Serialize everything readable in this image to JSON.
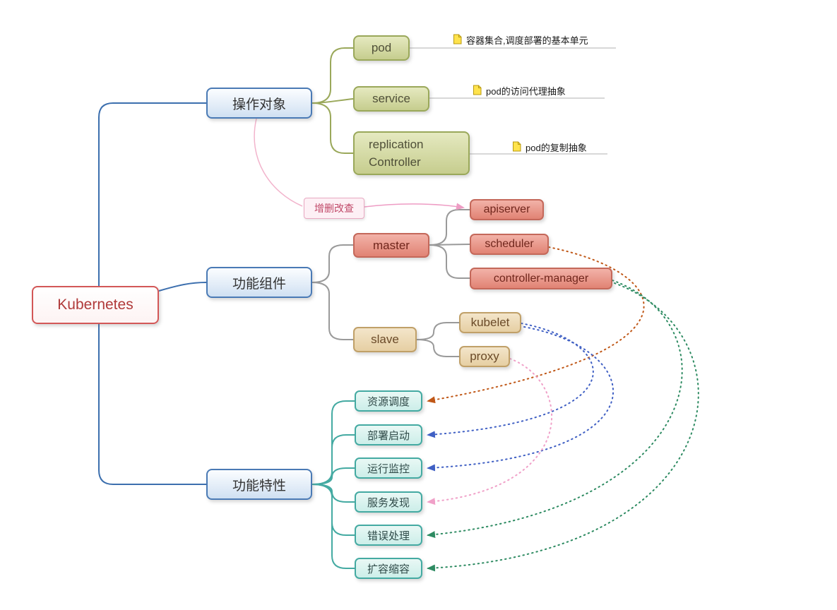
{
  "root": {
    "label": "Kubernetes"
  },
  "branches": [
    {
      "label": "操作对象"
    },
    {
      "label": "功能组件"
    },
    {
      "label": "功能特性"
    }
  ],
  "objects": [
    {
      "label": "pod",
      "note": "容器集合,调度部署的基本单元"
    },
    {
      "label": "service",
      "note": "pod的访问代理抽象"
    },
    {
      "label": "replication Controller",
      "note": "pod的复制抽象"
    }
  ],
  "floating": {
    "label": "增删改查"
  },
  "components": {
    "master": {
      "label": "master"
    },
    "master_children": [
      {
        "label": "apiserver"
      },
      {
        "label": "scheduler"
      },
      {
        "label": "controller-manager"
      }
    ],
    "slave": {
      "label": "slave"
    },
    "slave_children": [
      {
        "label": "kubelet"
      },
      {
        "label": "proxy"
      }
    ]
  },
  "features": [
    {
      "label": "资源调度"
    },
    {
      "label": "部署启动"
    },
    {
      "label": "运行监控"
    },
    {
      "label": "服务发现"
    },
    {
      "label": "错误处理"
    },
    {
      "label": "扩容缩容"
    }
  ],
  "icons": {
    "note_icon": "yellow-page-note"
  },
  "colors": {
    "root_border": "#d35757",
    "branch_border": "#4a7ab5",
    "object_line": "#9aa85a",
    "component_line": "#9a9a9a",
    "feature_line": "#44aaa2",
    "relation_orange": "#c05818",
    "relation_blue": "#4060c4",
    "relation_pink": "#f0a0c8",
    "relation_green": "#2e8b62",
    "note_icon_fill": "#ffe34d"
  }
}
